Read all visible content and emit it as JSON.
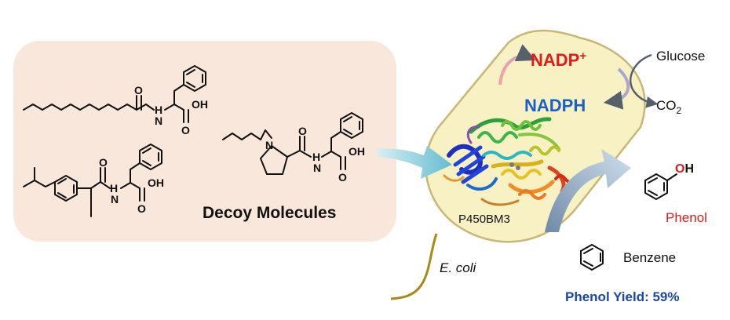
{
  "labels": {
    "decoy": "Decoy Molecules",
    "enzyme": "P450BM3",
    "organism": "E. coli",
    "cofactor_ox": "NADP",
    "cofactor_ox_charge": "+",
    "cofactor_red": "NADPH",
    "glucose": "Glucose",
    "co2_main": "CO",
    "co2_sub": "2",
    "benzene": "Benzene",
    "phenol": "Phenol",
    "yield": "Phenol Yield: 59%"
  },
  "atoms": {
    "o": "O",
    "oh": "OH",
    "nh": "H",
    "n": "N"
  },
  "colors": {
    "panel": "#f9e7dc",
    "cell_fill": "#f7f1c4",
    "cell_stroke": "#c7b774",
    "nadp": "#e01b1b",
    "nadph": "#1a5fc7",
    "yield": "#1b48a6",
    "phenol_label": "#e01b1b",
    "arrow_blue": "#7ecbd8",
    "arrow_grey": "#9cb6cf"
  }
}
